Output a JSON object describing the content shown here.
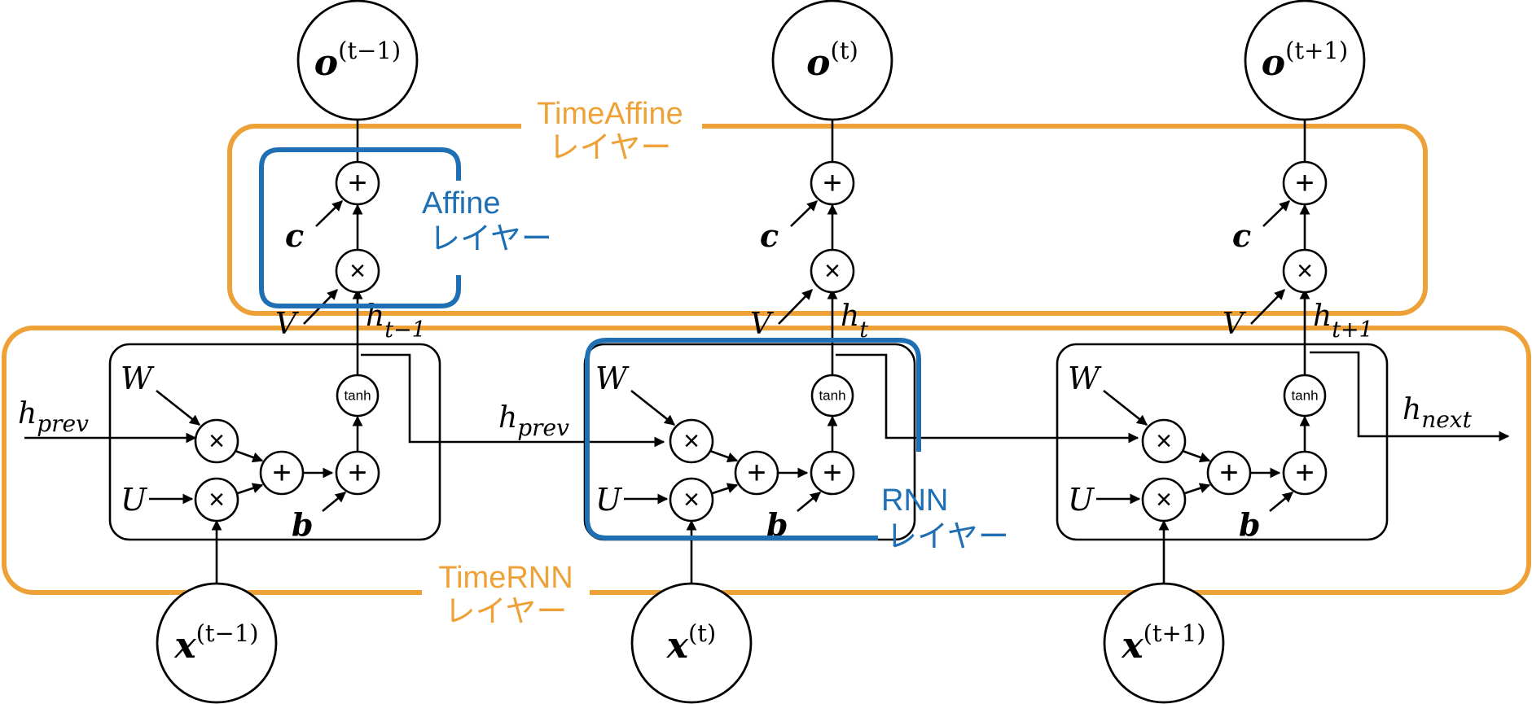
{
  "colors": {
    "orange": "#EDA137",
    "blue": "#1F6FB5",
    "line": "#000000"
  },
  "labels": {
    "time_affine_line1": "TimeAffine",
    "time_affine_line2": "レイヤー",
    "affine_line1": "Affine",
    "affine_line2": "レイヤー",
    "rnn_line1": "RNN",
    "rnn_line2": "レイヤー",
    "time_rnn_line1": "TimeRNN",
    "time_rnn_line2": "レイヤー"
  },
  "symbols": {
    "plus": "+",
    "times": "×",
    "tanh": "tanh",
    "W": "W",
    "U": "U",
    "b": "b",
    "c": "c",
    "V": "V",
    "h": "h",
    "prev": "prev",
    "next": "next",
    "o": "o",
    "x": "x"
  },
  "steps": [
    {
      "sup": "(t−1)",
      "h_sub": "t−1"
    },
    {
      "sup": "(t)",
      "h_sub": "t"
    },
    {
      "sup": "(t+1)",
      "h_sub": "t+1"
    }
  ]
}
